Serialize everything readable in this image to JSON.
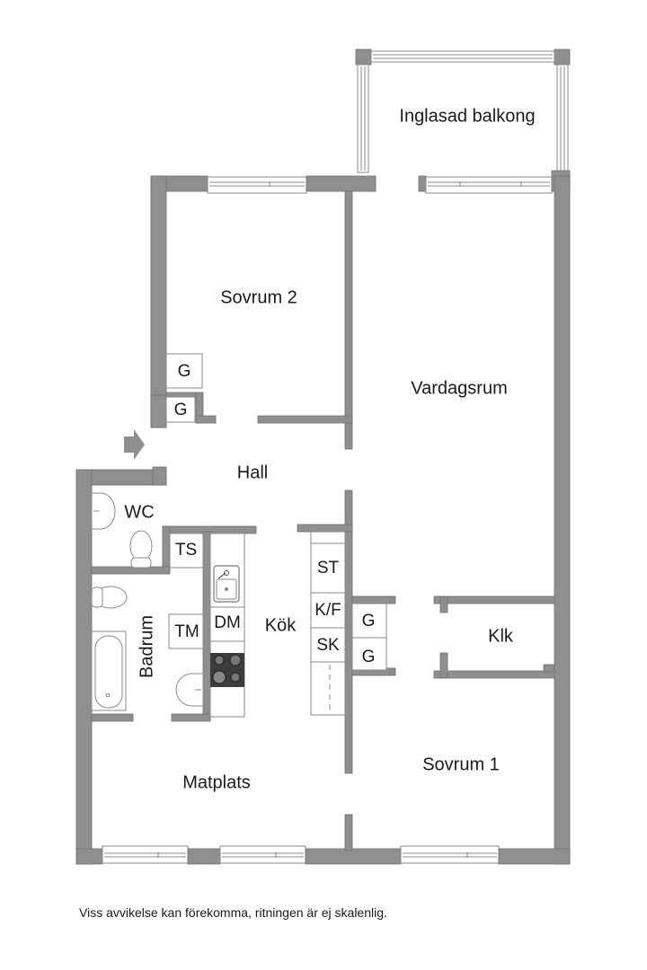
{
  "floorplan": {
    "colors": {
      "wall": "#8e8f90",
      "background": "#ffffff",
      "text": "#1a1a1a",
      "stove": "#3c3c3c"
    },
    "rooms": {
      "balcony": "Inglasad balkong",
      "bedroom2": "Sovrum 2",
      "living": "Vardagsrum",
      "hall": "Hall",
      "wc": "WC",
      "bathroom": "Badrum",
      "kitchen": "Kök",
      "closet": "Klk",
      "dining": "Matplats",
      "bedroom1": "Sovrum 1"
    },
    "fixtures": {
      "wardrobe_bedroom2_a": "G",
      "wardrobe_bedroom2_b": "G",
      "washing_machine": "TM",
      "dryer": "TS",
      "dishwasher": "DM",
      "cabinet": "ST",
      "fridge_freezer": "K/F",
      "pantry": "SK",
      "wardrobe_hall_a": "G",
      "wardrobe_hall_b": "G"
    },
    "entrance_icon": "entrance-arrow-icon"
  },
  "footer": {
    "disclaimer": "Viss avvikelse kan förekomma, ritningen är ej skalenlig."
  }
}
